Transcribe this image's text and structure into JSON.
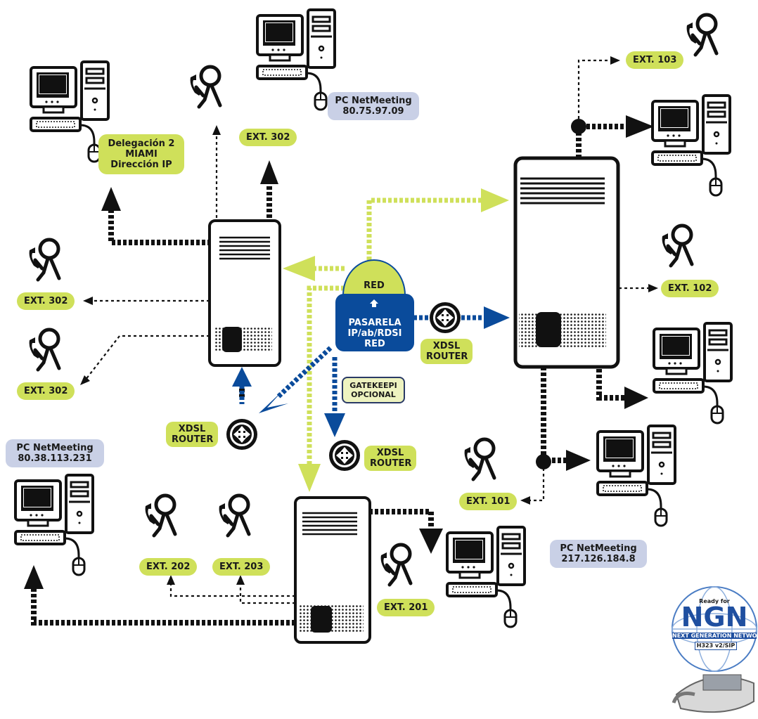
{
  "labels": {
    "ext_103": "EXT. 103",
    "ext_102": "EXT. 102",
    "ext_101": "EXT. 101",
    "ext_302_top": "EXT. 302",
    "ext_302_left": "EXT. 302",
    "ext_302_bottom": "EXT. 302",
    "ext_202": "EXT. 202",
    "ext_203": "EXT. 203",
    "ext_201": "EXT. 201",
    "pc_top_line1": "PC NetMeeting",
    "pc_top_line2": "80.75.97.09",
    "pc_left_line1": "PC NetMeeting",
    "pc_left_line2": "80.38.113.231",
    "pc_right_line1": "PC NetMeeting",
    "pc_right_line2": "217.126.184.8",
    "delegacion_line1": "Delegación 2",
    "delegacion_line2": "MIAMI",
    "delegacion_line3": "Dirección IP",
    "red": "RED",
    "pasarela_line1": "PASARELA",
    "pasarela_line2": "IP/ab/RDSI",
    "pasarela_line3": "RED",
    "gatekeeper_line1": "GATEKEEPI",
    "gatekeeper_line2": "OPCIONAL",
    "router_right_line1": "XDSL",
    "router_right_line2": "ROUTER",
    "router_left_line1": "XDSL",
    "router_left_line2": "ROUTER",
    "router_bottom_line1": "XDSL",
    "router_bottom_line2": "ROUTER"
  },
  "badge": {
    "top": "Ready for",
    "main": "NGN",
    "sub": "NEXT GENERATION NETWO",
    "proto": "H323 v2/SIP"
  },
  "colors": {
    "accent_yellow": "#cfe05a",
    "accent_blue": "#0a4b9b",
    "info_blue": "#c9d0e6",
    "ink": "#1a1a1a"
  }
}
